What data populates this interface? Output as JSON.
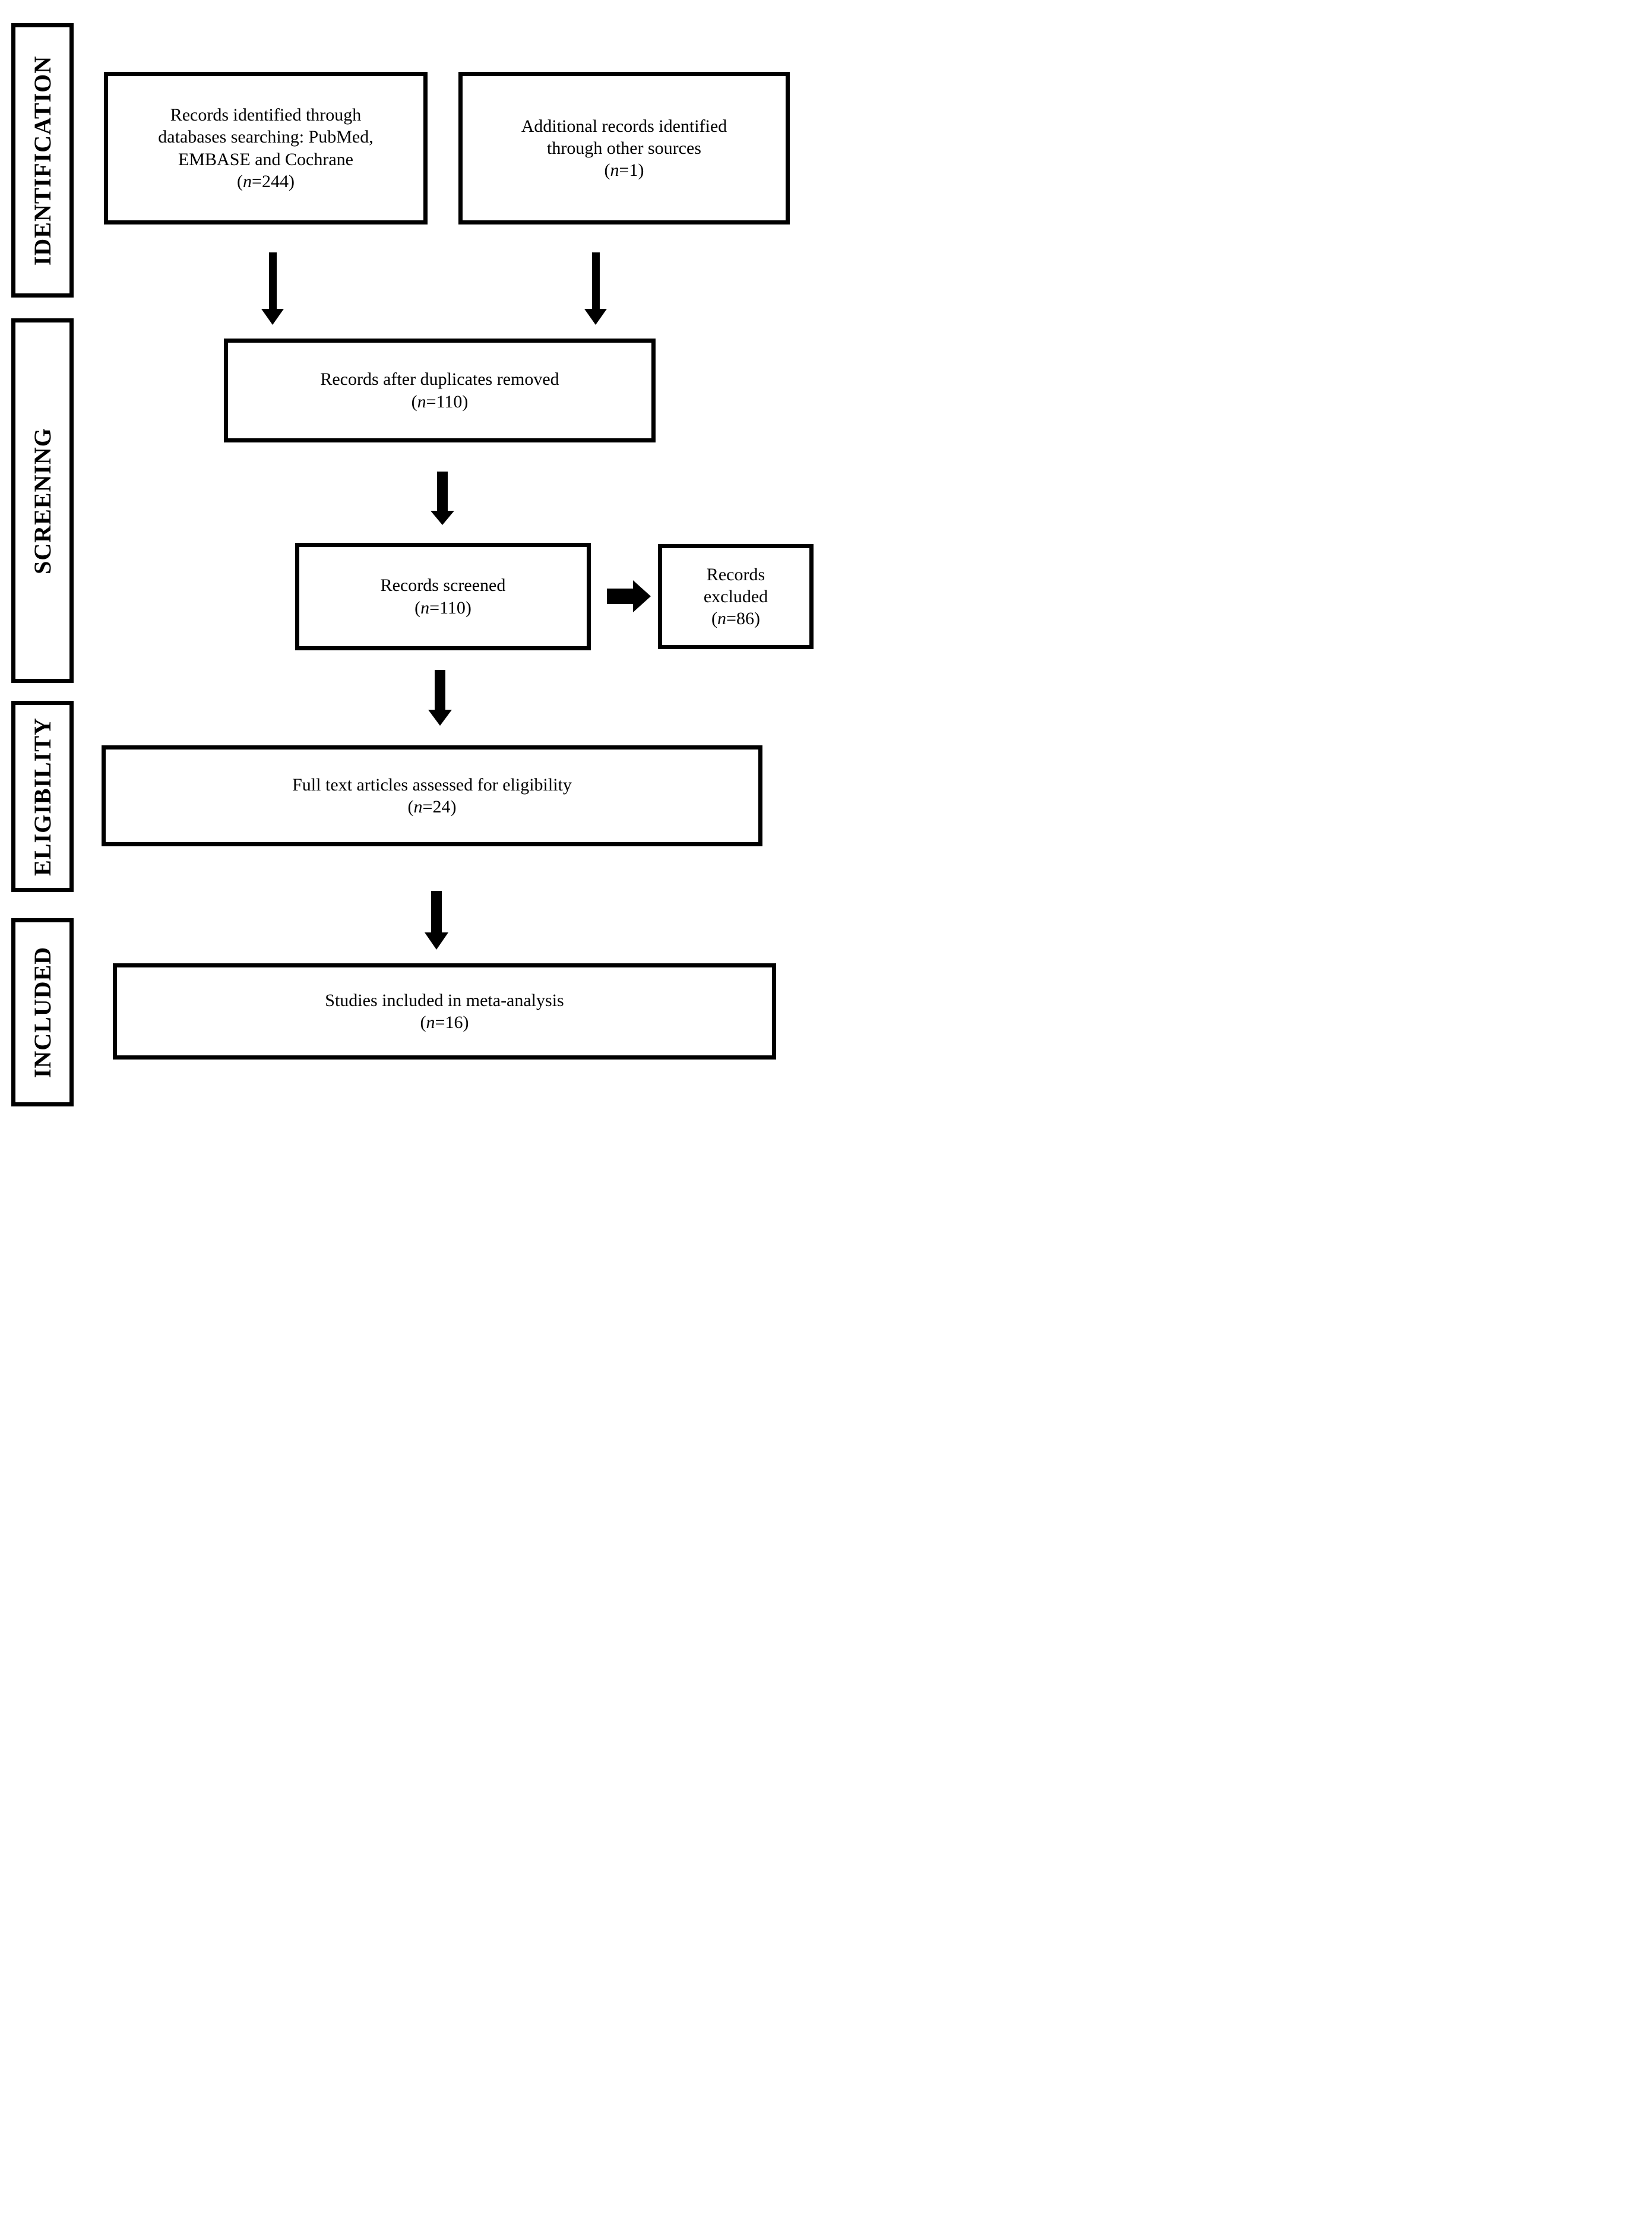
{
  "diagram": {
    "type": "prisma-flow-diagram",
    "background": "#ffffff",
    "ink": "#000000"
  },
  "stages": [
    {
      "id": "identification",
      "label": "IDENTIFICATION"
    },
    {
      "id": "screening",
      "label": "SCREENING"
    },
    {
      "id": "eligibility",
      "label": "ELIGIBILITY"
    },
    {
      "id": "included",
      "label": "INCLUDED"
    }
  ],
  "boxes": {
    "identified": {
      "lines": [
        "Records identified through",
        "databases searching: PubMed,",
        "EMBASE and Cochrane"
      ],
      "n": {
        "open": "(",
        "var": "n",
        "rest": "=244)"
      }
    },
    "additional": {
      "lines": [
        "Additional records identified",
        "through other sources"
      ],
      "n": {
        "open": "(",
        "var": "n",
        "rest": "=1)"
      }
    },
    "deduplicated": {
      "lines": [
        "Records after duplicates removed"
      ],
      "n": {
        "open": "(",
        "var": "n",
        "rest": "=110)"
      }
    },
    "screened": {
      "lines": [
        "Records screened"
      ],
      "n": {
        "open": "(",
        "var": "n",
        "rest": "=110)"
      }
    },
    "excluded": {
      "lines": [
        "Records",
        "excluded"
      ],
      "n": {
        "open": "(",
        "var": "n",
        "rest": "=86)"
      }
    },
    "fulltext": {
      "lines": [
        "Full text articles assessed for eligibility"
      ],
      "n": {
        "open": "(",
        "var": "n",
        "rest": "=24)"
      }
    },
    "included_studies": {
      "lines": [
        "Studies included in meta-analysis"
      ],
      "n": {
        "open": "(",
        "var": "n",
        "rest": "=16)"
      }
    }
  }
}
